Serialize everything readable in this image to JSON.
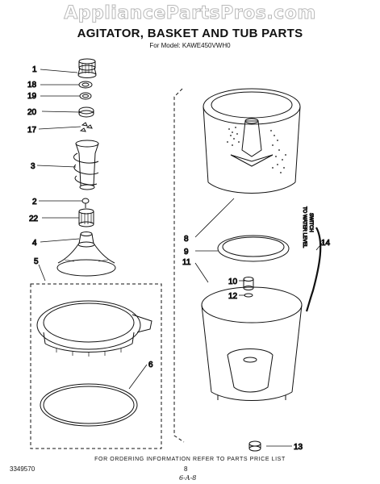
{
  "watermark": "AppliancePartsPros.com",
  "title": "AGITATOR, BASKET AND TUB PARTS",
  "model_line": "For Model: KAWE450VWH0",
  "callouts": {
    "c1": "1",
    "c18": "18",
    "c19": "19",
    "c20": "20",
    "c17": "17",
    "c3": "3",
    "c2": "2",
    "c22": "22",
    "c4": "4",
    "c5": "5",
    "c6": "6",
    "c8": "8",
    "c9": "9",
    "c11": "11",
    "c10": "10",
    "c12": "12",
    "c13": "13",
    "c14": "14"
  },
  "side_note": {
    "line1": "TO WATER LEVEL",
    "line2": "SWITCH"
  },
  "footer": {
    "ordering_note": "FOR ORDERING INFORMATION REFER TO PARTS PRICE LIST",
    "doc_number": "3349570",
    "page_number": "8",
    "handwritten_mark": "6-A-8"
  }
}
